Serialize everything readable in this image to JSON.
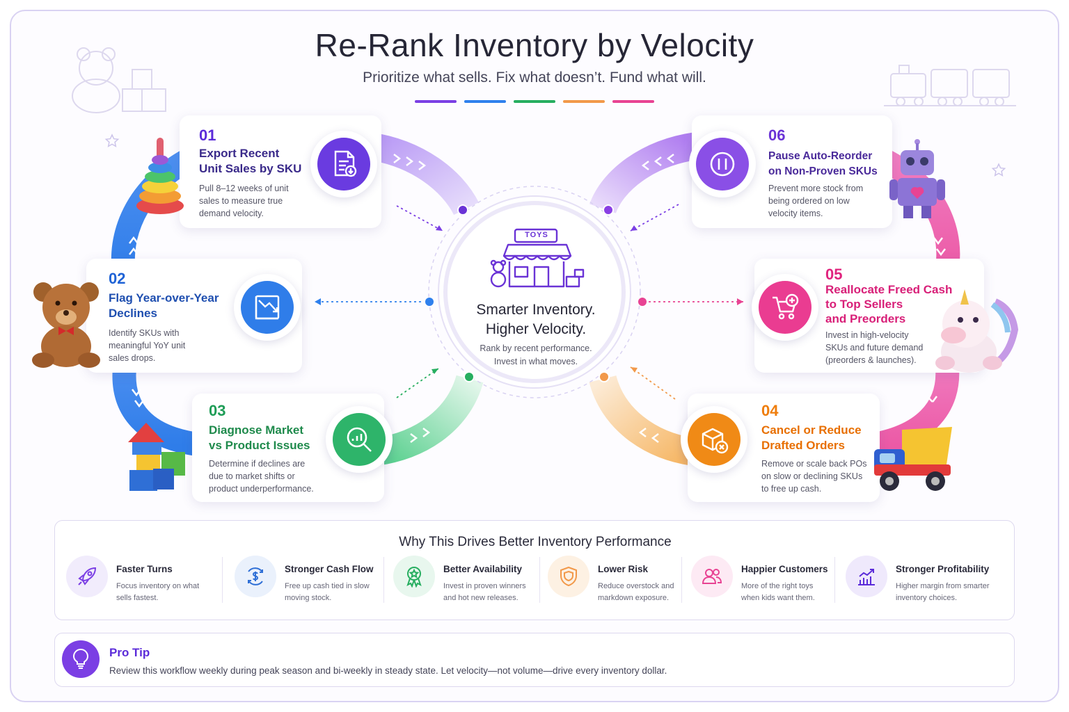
{
  "header": {
    "title": "Re-Rank Inventory by Velocity",
    "subtitle": "Prioritize what sells. Fix what doesn’t. Fund what will.",
    "accent_colors": [
      "#7b3fe4",
      "#2f80ed",
      "#27ae60",
      "#f2994a",
      "#e84393"
    ]
  },
  "center": {
    "sign": "TOYS",
    "title_line1": "Smarter Inventory.",
    "title_line2": "Higher Velocity.",
    "desc_line1": "Rank by recent performance.",
    "desc_line2": "Invest in what moves."
  },
  "steps": [
    {
      "num": "01",
      "title_1": "Export Recent",
      "title_2": "Unit Sales by SKU",
      "desc_1": "Pull 8–12 weeks of unit",
      "desc_2": "sales to measure true",
      "desc_3": "demand velocity.",
      "color": "#5b2bd9",
      "icon": "document-download-icon"
    },
    {
      "num": "02",
      "title_1": "Flag Year-over-Year",
      "title_2": "Declines",
      "desc_1": "Identify SKUs with",
      "desc_2": "meaningful YoY unit",
      "desc_3": "sales drops.",
      "color": "#1f63d6",
      "icon": "trend-down-chart-icon"
    },
    {
      "num": "03",
      "title_1": "Diagnose Market",
      "title_2": "vs Product Issues",
      "desc_1": "Determine if declines are",
      "desc_2": "due to market shifts or",
      "desc_3": "product underperformance.",
      "color": "#1f9d57",
      "icon": "magnifier-chart-icon"
    },
    {
      "num": "04",
      "title_1": "Cancel or Reduce",
      "title_2": "Drafted Orders",
      "desc_1": "Remove or scale back POs",
      "desc_2": "on slow or declining SKUs",
      "desc_3": "to free up cash.",
      "color": "#ef7d0c",
      "icon": "box-cancel-icon"
    },
    {
      "num": "05",
      "title_1": "Reallocate Freed Cash",
      "title_2": "to Top Sellers",
      "title_3": "and Preorders",
      "desc_1": "Invest in high-velocity",
      "desc_2": "SKUs and future demand",
      "desc_3": "(preorders & launches).",
      "color": "#e0247e",
      "icon": "cart-plus-icon"
    },
    {
      "num": "06",
      "title_1": "Pause Auto-Reorder",
      "title_2": "on Non-Proven SKUs",
      "desc_1": "Prevent more stock from",
      "desc_2": "being ordered on low",
      "desc_3": "velocity items.",
      "color": "#6a33d6",
      "icon": "pause-icon"
    }
  ],
  "benefits": {
    "title": "Why This Drives Better Inventory Performance",
    "items": [
      {
        "title": "Faster Turns",
        "desc_1": "Focus inventory on what",
        "desc_2": "sells fastest.",
        "icon": "rocket-icon",
        "color": "#7b3fe4"
      },
      {
        "title": "Stronger Cash Flow",
        "desc_1": "Free up cash tied in slow",
        "desc_2": "moving stock.",
        "icon": "dollar-cycle-icon",
        "color": "#2f6fd6"
      },
      {
        "title": "Better Availability",
        "desc_1": "Invest in proven winners",
        "desc_2": "and hot new releases.",
        "icon": "award-ribbon-icon",
        "color": "#27ae60"
      },
      {
        "title": "Lower Risk",
        "desc_1": "Reduce overstock and",
        "desc_2": "markdown exposure.",
        "icon": "shield-icon",
        "color": "#f2994a"
      },
      {
        "title": "Happier Customers",
        "desc_1": "More of the right toys",
        "desc_2": "when kids want them.",
        "icon": "users-icon",
        "color": "#e84393"
      },
      {
        "title": "Stronger Profitability",
        "desc_1": "Higher margin from smarter",
        "desc_2": "inventory choices.",
        "icon": "bar-trend-icon",
        "color": "#5b2bd9"
      }
    ]
  },
  "pro_tip": {
    "label": "Pro Tip",
    "text": "Review this workflow weekly during peak season and bi-weekly in steady state. Let velocity—not volume—drive every inventory dollar.",
    "icon": "lightbulb-icon"
  }
}
